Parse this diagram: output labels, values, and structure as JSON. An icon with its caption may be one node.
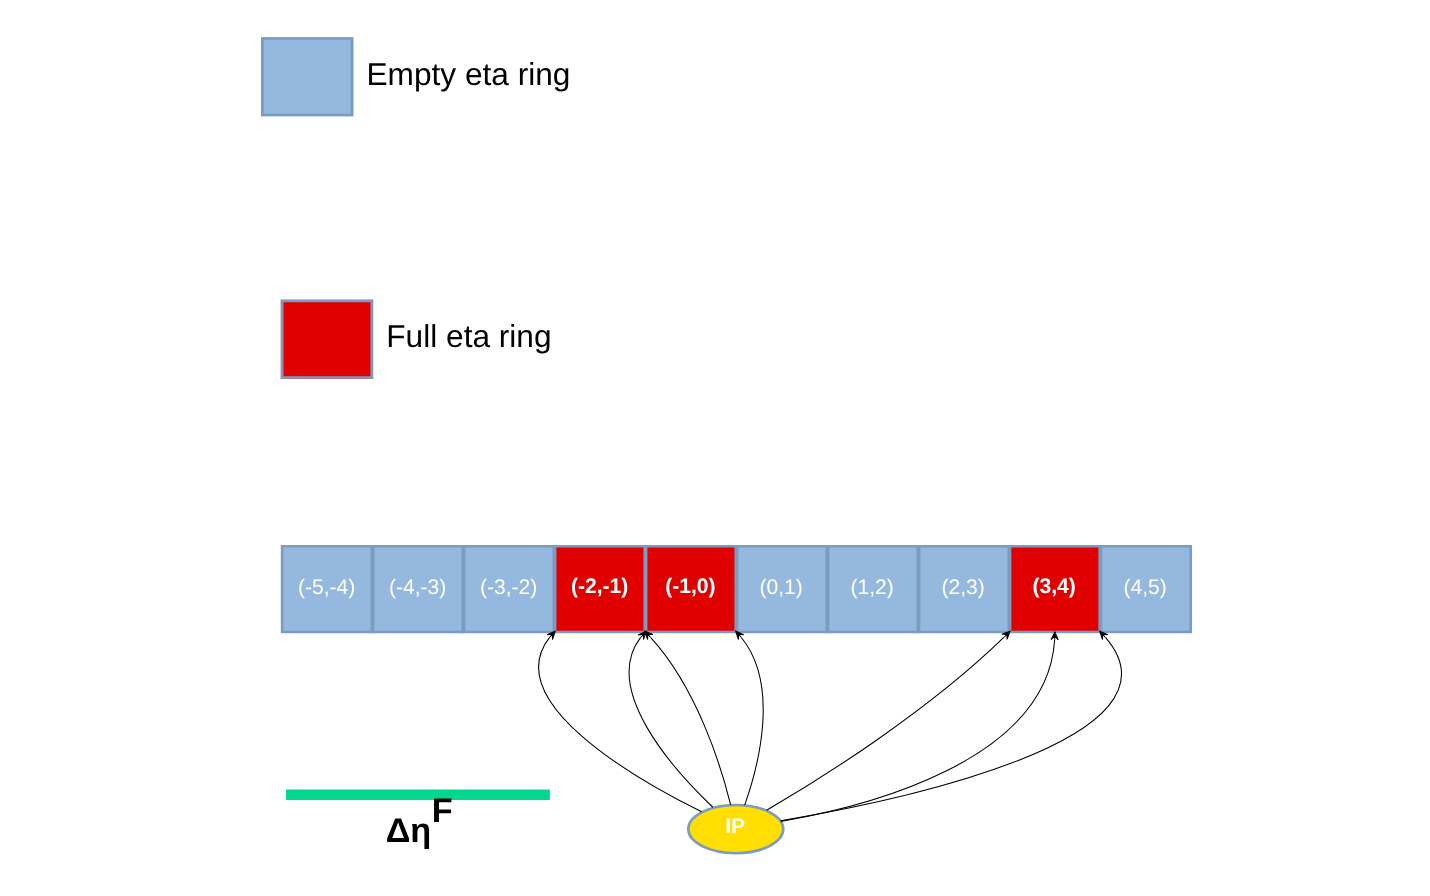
{
  "diagram": {
    "nodes": [
      {
        "text": [
          "(-5,-4)"
        ]
      },
      {
        "text": [
          "(-4,-3)"
        ]
      },
      {
        "text": [
          "(-3,-2)"
        ]
      },
      {
        "text": [
          "(-2,-1)"
        ]
      },
      {
        "text": [
          "(-1,0)"
        ]
      },
      {
        "text": [
          "(0,1)"
        ]
      },
      {
        "text": [
          "(1,2)"
        ]
      },
      {
        "text": [
          "(2,3)"
        ]
      },
      {
        "text": [
          "(3,4)"
        ]
      },
      {
        "text": [
          "(4,5)"
        ]
      },
      {
        "text": [
          "IP"
        ]
      }
    ],
    "edges": [
      {
        "from": 10,
        "to": 3,
        "arrow": "to"
      },
      {
        "from": 10,
        "to": 3,
        "arrow": "to"
      },
      {
        "from": 10,
        "to": 4,
        "arrow": "to"
      },
      {
        "from": 10,
        "to": 4,
        "arrow": "to"
      },
      {
        "from": 10,
        "to": 8,
        "arrow": "to"
      },
      {
        "from": 10,
        "to": 8,
        "arrow": "to"
      },
      {
        "from": 10,
        "to": 8,
        "arrow": "to"
      }
    ],
    "labels": [
      "Δη$^{F}$"
    ],
    "legend": [
      {
        "text": "Empty eta ring",
        "color": "#95b9de"
      },
      {
        "text": "Full eta ring",
        "color": "#e00000"
      }
    ]
  }
}
